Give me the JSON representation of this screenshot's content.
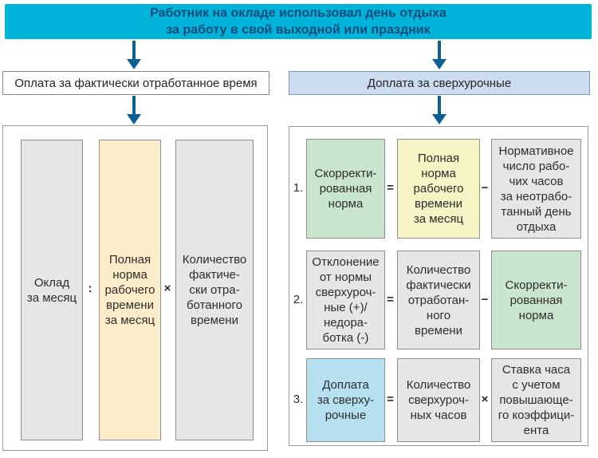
{
  "header": {
    "title": "Работник на окладе использовал день отдыха\nза работу в свой выходной или праздник"
  },
  "branches": {
    "left_label": "Оплата за фактически отработанное время",
    "right_label": "Доплата за сверхурочные"
  },
  "left_panel": {
    "box1": "Оклад\nза месяц",
    "op1": ":",
    "box2": "Полная\nнорма\nрабочего\nвремени\nза месяц",
    "op2": "×",
    "box3": "Количество\nфактиче-\nски отра-\nботанного\nвремени"
  },
  "right_panel": {
    "rows": [
      {
        "num": "1.",
        "result": "Скорректи-\nрованная\nнорма",
        "eq": "=",
        "a": "Полная\nнорма\nрабочего\nвремени\nза месяц",
        "op": "−",
        "b": "Нормативное\nчисло рабо-\nчих часов\nза неотрабо-\nтанный день\nотдыха"
      },
      {
        "num": "2.",
        "result": "Отклонение\nот нормы\nсверхуроч-\nные (+)/\nнедора-\nботка (-)",
        "eq": "=",
        "a": "Количество\nфактически\nотработан-\nного\nвремени",
        "op": "−",
        "b": "Скорректи-\nрованная\nнорма"
      },
      {
        "num": "3.",
        "result": "Доплата\nза сверху-\nрочные",
        "eq": "=",
        "a": "Количество\nсверхуроч-\nных часов",
        "op": "×",
        "b": "Ставка часа\nс учетом\nповышающе-\nго коэффици-\nента"
      }
    ]
  },
  "icons": {
    "flow_arrow": "down-arrow"
  },
  "colors": {
    "header_bg": "#00b3d8",
    "header_text": "#0c4b7d",
    "arrow": "#0e5f94",
    "branch_right_bg": "#cbdcf1",
    "branch_right_border": "#7d96b4",
    "box_gray": "#e6e6e7",
    "box_peach": "#fdecc9",
    "box_pale_yellow": "#f6f3c5",
    "box_green": "#c9e5ce",
    "box_blue": "#b6e0f0",
    "box_border": "#8f8f8f",
    "panel_border": "#9b9b9b",
    "text": "#2d2d2d"
  }
}
